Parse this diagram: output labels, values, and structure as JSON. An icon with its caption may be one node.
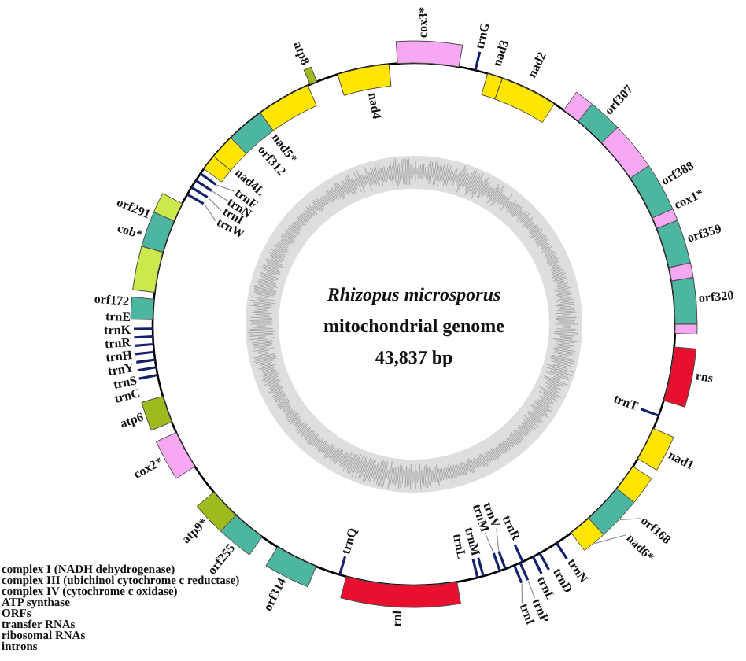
{
  "diagram": {
    "title": "*Rhizopus microsporus* mitochondrial genome 43,837 bp",
    "nodes": [
      {
        "text": [],
        "shape": "box",
        "beside": [
          "cox3*"
        ]
      },
      {
        "text": [],
        "shape": "bar",
        "beside": [
          "trnG"
        ]
      },
      {
        "text": [],
        "shape": "box",
        "beside": [
          "nad3"
        ]
      },
      {
        "text": [],
        "shape": "box",
        "beside": [
          "nad2"
        ]
      },
      {
        "text": [],
        "shape": "box"
      },
      {
        "text": [],
        "shape": "box",
        "beside": [
          "orf307"
        ]
      },
      {
        "text": [],
        "shape": "box"
      },
      {
        "text": [],
        "shape": "box",
        "beside": [
          "orf388"
        ]
      },
      {
        "text": [],
        "shape": "box",
        "beside": [
          "cox1*"
        ]
      },
      {
        "text": [],
        "shape": "box",
        "beside": [
          "orf359"
        ]
      },
      {
        "text": [],
        "shape": "box"
      },
      {
        "text": [],
        "shape": "box",
        "beside": [
          "orf320"
        ]
      },
      {
        "text": [],
        "shape": "box"
      },
      {
        "text": [],
        "shape": "box",
        "beside": [
          "rns"
        ]
      },
      {
        "text": [],
        "shape": "bar",
        "beside": [
          "trnT"
        ]
      },
      {
        "text": [],
        "shape": "box",
        "beside": [
          "nad1"
        ]
      },
      {
        "text": [],
        "shape": "box"
      },
      {
        "text": [],
        "shape": "box"
      },
      {
        "text": [],
        "shape": "box"
      },
      {
        "text": [
          "orf168"
        ]
      },
      {
        "text": [
          "nad6*"
        ]
      },
      {
        "text": [],
        "shape": "bar",
        "beside": [
          "trnN"
        ]
      },
      {
        "text": [],
        "shape": "bar",
        "beside": [
          "trnD"
        ]
      },
      {
        "text": [],
        "shape": "bar",
        "beside": [
          "trnL"
        ]
      },
      {
        "text": [],
        "shape": "bar",
        "beside": [
          "trnR"
        ]
      },
      {
        "text": [],
        "shape": "bar"
      },
      {
        "text": [],
        "shape": "bar"
      },
      {
        "text": [
          "trnP"
        ]
      },
      {
        "text": [
          "trnI"
        ]
      },
      {
        "text": [],
        "shape": "bar"
      },
      {
        "text": [],
        "shape": "bar"
      },
      {
        "text": [
          "trnV"
        ]
      },
      {
        "text": [
          "trnM"
        ]
      },
      {
        "text": [],
        "shape": "bar",
        "beside": [
          "trnM"
        ]
      },
      {
        "text": [],
        "shape": "bar",
        "beside": [
          "trnL"
        ]
      },
      {
        "text": [],
        "shape": "box",
        "beside": [
          "rnl"
        ]
      },
      {
        "text": [],
        "shape": "bar",
        "beside": [
          "trnQ"
        ]
      },
      {
        "text": [],
        "shape": "box",
        "beside": [
          "orf314"
        ]
      },
      {
        "text": [],
        "shape": "box",
        "beside": [
          "orf255"
        ]
      },
      {
        "text": [],
        "shape": "box",
        "beside": [
          "atp9*"
        ]
      },
      {
        "text": [],
        "shape": "box",
        "beside": [
          "cox2*"
        ]
      },
      {
        "text": [],
        "shape": "box",
        "beside": [
          "atp6"
        ]
      },
      {
        "text": [],
        "shape": "bar",
        "beside": [
          "trnC"
        ]
      },
      {
        "text": [],
        "shape": "bar",
        "beside": [
          "trnS"
        ]
      },
      {
        "text": [],
        "shape": "bar",
        "beside": [
          "trnY"
        ]
      },
      {
        "text": [],
        "shape": "bar",
        "beside": [
          "trnH"
        ]
      },
      {
        "text": [],
        "shape": "bar",
        "beside": [
          "trnR"
        ]
      },
      {
        "text": [],
        "shape": "bar",
        "beside": [
          "trnK"
        ]
      },
      {
        "text": [],
        "shape": "bar",
        "beside": [
          "trnE"
        ]
      },
      {
        "text": [],
        "shape": "box",
        "beside": [
          "orf172"
        ]
      },
      {
        "text": [],
        "shape": "box"
      },
      {
        "text": [],
        "shape": "box",
        "beside": [
          "orf291"
        ]
      },
      {
        "text": [],
        "shape": "box"
      },
      {
        "text": [],
        "shape": "bar"
      },
      {
        "text": [],
        "shape": "bar"
      },
      {
        "text": [],
        "shape": "bar"
      },
      {
        "text": [],
        "shape": "bar"
      },
      {
        "text": [
          "trnW"
        ]
      },
      {
        "text": [
          "trnI"
        ]
      },
      {
        "text": [
          "trnN"
        ]
      },
      {
        "text": [
          "trnF"
        ]
      },
      {
        "text": [],
        "shape": "box",
        "beside": [
          "nad4L"
        ]
      },
      {
        "text": [],
        "shape": "box"
      },
      {
        "text": [],
        "shape": "box",
        "beside": [
          "orf312"
        ]
      },
      {
        "text": [],
        "shape": "box",
        "beside": [
          "nad5*"
        ]
      },
      {
        "text": [],
        "shape": "box",
        "beside": [
          "atp8"
        ]
      },
      {
        "text": [],
        "shape": "box",
        "beside": [
          "nad4"
        ]
      }
    ],
    "edges": [
      {
        "from": 19,
        "to": 17,
        "arrow": "none"
      },
      {
        "from": 20,
        "to": 18,
        "arrow": "none"
      },
      {
        "from": 27,
        "to": 25,
        "arrow": "none"
      },
      {
        "from": 28,
        "to": 26,
        "arrow": "none"
      },
      {
        "from": 31,
        "to": 29,
        "arrow": "none"
      },
      {
        "from": 32,
        "to": 30,
        "arrow": "none"
      },
      {
        "from": 57,
        "to": 53,
        "arrow": "none"
      },
      {
        "from": 58,
        "to": 54,
        "arrow": "none"
      },
      {
        "from": 59,
        "to": 55,
        "arrow": "none"
      },
      {
        "from": 60,
        "to": 56,
        "arrow": "none"
      }
    ],
    "labels": [
      "cob*"
    ],
    "legend": [
      {
        "text": "complex I (NADH dehydrogenase)"
      },
      {
        "text": "complex III (ubichinol cytochrome c reductase)"
      },
      {
        "text": "complex IV (cytochrome c oxidase)"
      },
      {
        "text": "ATP synthase"
      },
      {
        "text": "ORFs"
      },
      {
        "text": "transfer RNAs"
      },
      {
        "text": "ribosomal RNAs"
      },
      {
        "text": "introns"
      }
    ]
  }
}
